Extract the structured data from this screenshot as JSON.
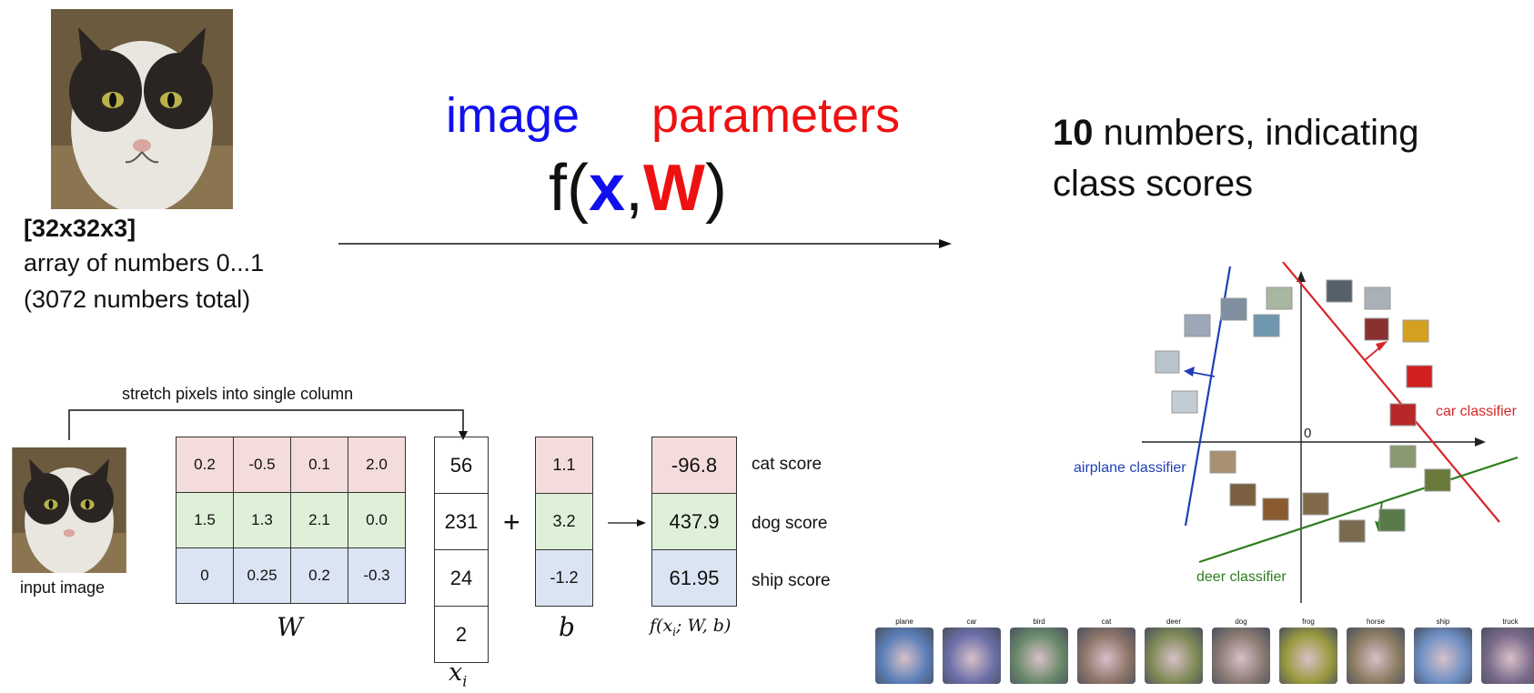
{
  "top": {
    "image_desc": "[32x32x3]",
    "image_line2": "array of numbers 0...1",
    "image_line3": "(3072 numbers total)",
    "label_image": "image",
    "label_parameters": "parameters",
    "func_f": "f(",
    "func_x": "x",
    "func_comma": ",",
    "func_W": "W",
    "func_close": ")",
    "output_bold": "10",
    "output_rest": " numbers, indicating",
    "output_line2": "class scores"
  },
  "bottom": {
    "stretch_label": "stretch pixels into single column",
    "input_image_label": "input image",
    "W_matrix": [
      [
        "0.2",
        "-0.5",
        "0.1",
        "2.0"
      ],
      [
        "1.5",
        "1.3",
        "2.1",
        "0.0"
      ],
      [
        "0",
        "0.25",
        "0.2",
        "-0.3"
      ]
    ],
    "W_label": "W",
    "x_vector": [
      "56",
      "231",
      "24",
      "2"
    ],
    "x_label": "x",
    "x_subscript": "i",
    "plus": "+",
    "b_vector": [
      "1.1",
      "3.2",
      "-1.2"
    ],
    "b_label": "b",
    "f_vector": [
      "-96.8",
      "437.9",
      "61.95"
    ],
    "f_label": "f(x_i; W, b)",
    "scores": [
      "cat score",
      "dog score",
      "ship score"
    ]
  },
  "classifier_plot": {
    "origin_label": "0",
    "car_classifier": "car classifier",
    "airplane_classifier": "airplane classifier",
    "deer_classifier": "deer classifier",
    "colors": {
      "car": "#d62728",
      "airplane": "#1f3fb4",
      "deer": "#2e7d1e"
    }
  },
  "templates": {
    "classes": [
      "plane",
      "car",
      "bird",
      "cat",
      "deer",
      "dog",
      "frog",
      "horse",
      "ship",
      "truck"
    ],
    "colors": [
      "#5b7fb8",
      "#6c6fa8",
      "#6a8a6a",
      "#8d7468",
      "#7f8a56",
      "#8a7a72",
      "#9a9a3e",
      "#8c7c62",
      "#6f90c4",
      "#7a6a8a"
    ]
  }
}
